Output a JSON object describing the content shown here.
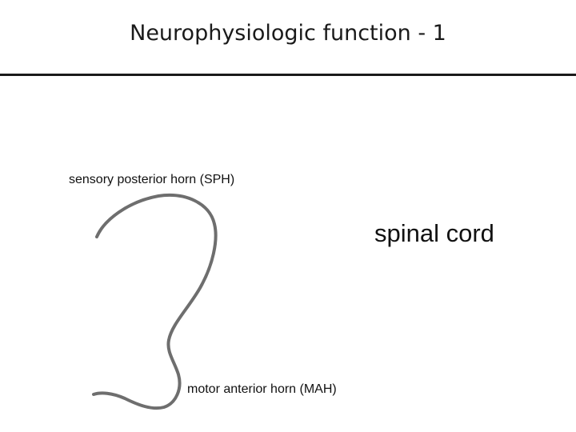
{
  "slide": {
    "title": "Neurophysiologic function - 1"
  },
  "diagram": {
    "labels": {
      "sensory_horn": "sensory posterior horn (SPH)",
      "spinal_cord": "spinal cord",
      "motor_horn": "motor anterior horn (MAH)"
    },
    "curve_color": "#6e6e6e",
    "text_color": "#111111"
  }
}
